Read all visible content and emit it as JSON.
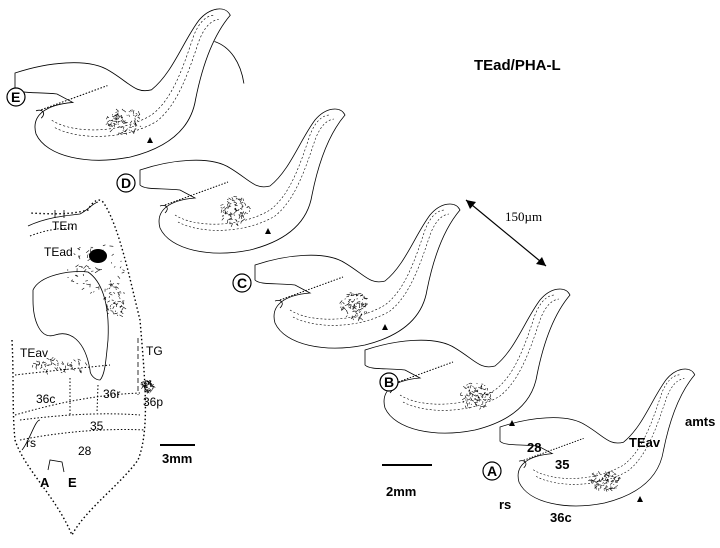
{
  "title": "TEad/PHA-L",
  "scale_micron": "150µm",
  "scale_2mm": "2mm",
  "scale_3mm": "3mm",
  "sections": [
    {
      "id": "E",
      "label": "E"
    },
    {
      "id": "D",
      "label": "D"
    },
    {
      "id": "C",
      "label": "C"
    },
    {
      "id": "B",
      "label": "B"
    },
    {
      "id": "A",
      "label": "A"
    }
  ],
  "section_a_labels": {
    "area28": "28",
    "area35": "35",
    "rs": "rs",
    "area36c": "36c",
    "teav": "TEav",
    "amts": "amts"
  },
  "map_labels": {
    "tem": "TEm",
    "tead": "TEad",
    "teav": "TEav",
    "tg": "TG",
    "a36c": "36c",
    "a36r": "36r",
    "a36p": "36p",
    "a35": "35",
    "rs": "rs",
    "a28": "28",
    "level_a": "A",
    "level_e": "E"
  }
}
